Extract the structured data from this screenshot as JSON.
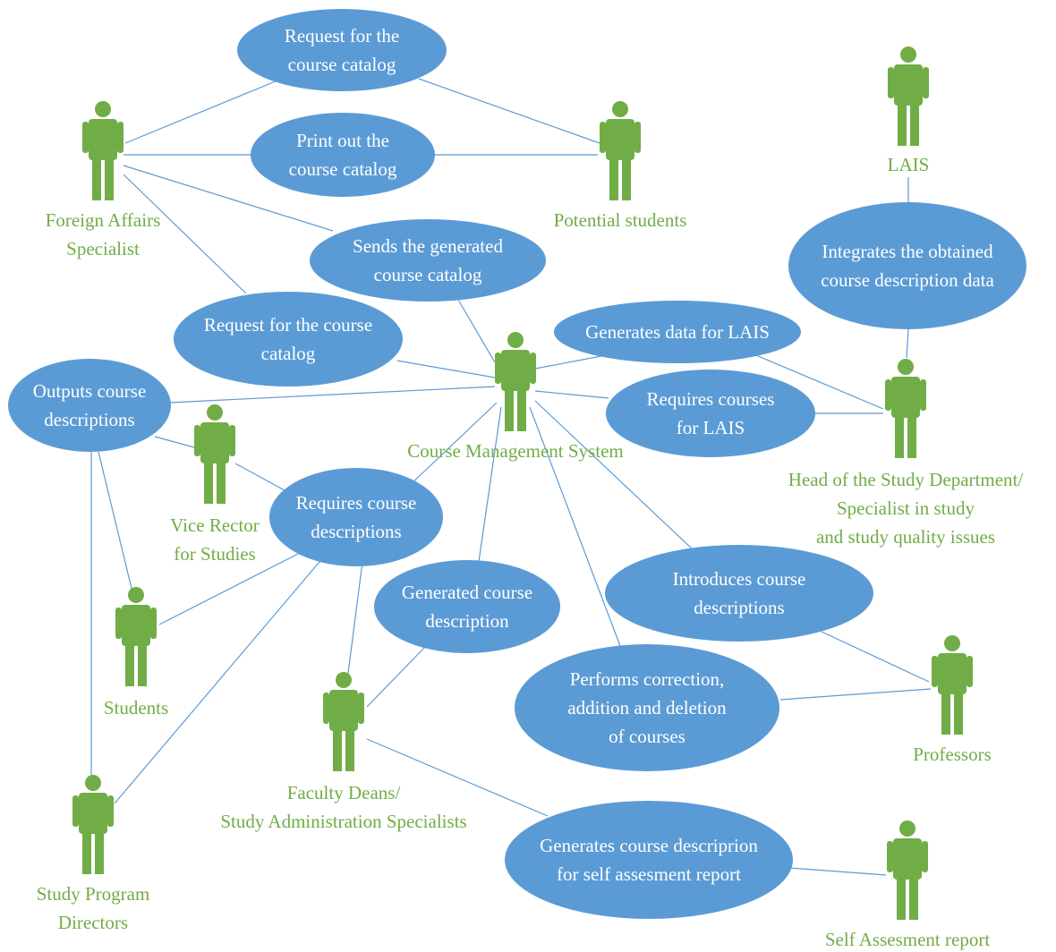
{
  "colors": {
    "use_case_fill": "#5b9bd5",
    "use_case_text": "#ffffff",
    "actor": "#70ad47",
    "line": "#5b9bd5"
  },
  "actors": {
    "foreign_affairs": {
      "label_lines": [
        "Foreign Affairs",
        "Specialist"
      ]
    },
    "potential_students": {
      "label_lines": [
        "Potential students"
      ]
    },
    "lais": {
      "label_lines": [
        "LAIS"
      ]
    },
    "course_mgmt": {
      "label_lines": [
        "Course Management System"
      ]
    },
    "vice_rector": {
      "label_lines": [
        "Vice Rector",
        "for Studies"
      ]
    },
    "head_study_dept": {
      "label_lines": [
        "Head of the Study Department/",
        "Specialist in study",
        "and study quality issues"
      ]
    },
    "students": {
      "label_lines": [
        "Students"
      ]
    },
    "faculty_deans": {
      "label_lines": [
        "Faculty Deans/",
        "Study Administration Specialists"
      ]
    },
    "professors": {
      "label_lines": [
        "Professors"
      ]
    },
    "study_program_directors": {
      "label_lines": [
        "Study Program",
        "Directors"
      ]
    },
    "self_assessment": {
      "label_lines": [
        "Self Assesment report"
      ]
    }
  },
  "use_cases": {
    "request_catalog_1": {
      "label_lines": [
        "Request for the",
        "course catalog"
      ]
    },
    "print_catalog": {
      "label_lines": [
        "Print out the",
        "course catalog"
      ]
    },
    "sends_catalog": {
      "label_lines": [
        "Sends the generated",
        "course catalog"
      ]
    },
    "request_catalog_2": {
      "label_lines": [
        "Request for the course",
        "catalog"
      ]
    },
    "integrates_data": {
      "label_lines": [
        "Integrates the obtained",
        "course description data"
      ]
    },
    "generates_lais": {
      "label_lines": [
        "Generates data for LAIS"
      ]
    },
    "requires_lais": {
      "label_lines": [
        "Requires courses",
        "for LAIS"
      ]
    },
    "outputs_desc": {
      "label_lines": [
        "Outputs course",
        "descriptions"
      ]
    },
    "requires_desc": {
      "label_lines": [
        "Requires course",
        "descriptions"
      ]
    },
    "generated_desc": {
      "label_lines": [
        "Generated course",
        "description"
      ]
    },
    "introduces_desc": {
      "label_lines": [
        "Introduces course",
        "descriptions"
      ]
    },
    "performs_correction": {
      "label_lines": [
        "Performs correction,",
        "addition and deletion",
        "of courses"
      ]
    },
    "generates_self": {
      "label_lines": [
        "Generates course descriprion",
        "for self assesment report"
      ]
    }
  }
}
